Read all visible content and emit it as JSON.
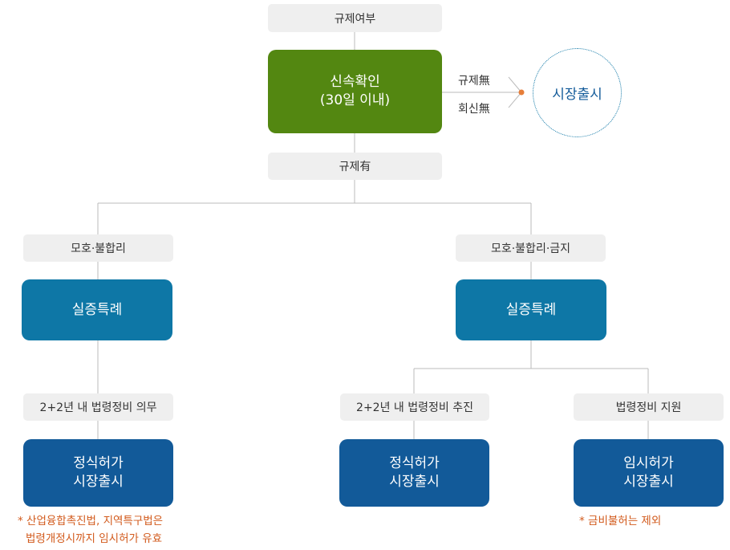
{
  "nodes": {
    "top_label": "규제여부",
    "confirm_box": [
      "신속확인",
      "(30일 이내)"
    ],
    "reg_no": "규제無",
    "reply_no": "회신無",
    "launch_circle": "시장출시",
    "reg_yes": "규제有",
    "left_label": "모호·불합리",
    "left_box": "실증특례",
    "right_label": "모호·불합리·금지",
    "right_box": "실증특례",
    "left_duty": "2+2년 내 법령정비 의무",
    "left_final": [
      "정식허가",
      "시장출시"
    ],
    "mid_push": "2+2년 내 법령정비 추진",
    "mid_final": [
      "정식허가",
      "시장출시"
    ],
    "right_support": "법령정비 지원",
    "right_final": [
      "임시허가",
      "시장출시"
    ]
  },
  "notes": {
    "left": [
      "* 산업융합촉진법, 지역특구법은",
      "법령개정시까지 임시허가 유효"
    ],
    "right": "* 금비불허는 제외"
  },
  "colors": {
    "green": "#538711",
    "teal": "#0e77a6",
    "navy": "#125a99",
    "label_bg": "#efefef",
    "note": "#d25a1c",
    "connector": "#bbbbbb",
    "dot": "#e67e3a"
  }
}
